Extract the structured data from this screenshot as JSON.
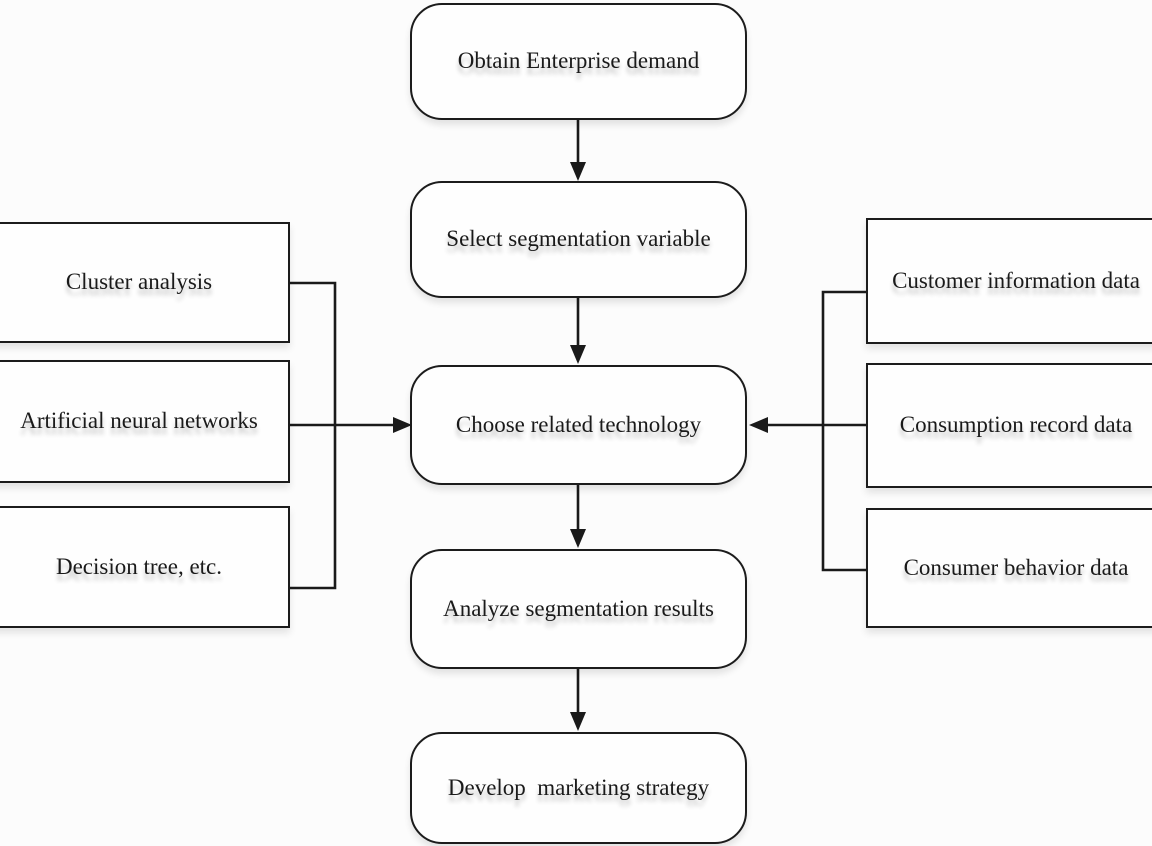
{
  "flowchart": {
    "center_steps": [
      {
        "label": "Obtain Enterprise demand"
      },
      {
        "label": "Select segmentation variable"
      },
      {
        "label": "Choose related technology"
      },
      {
        "label": "Analyze segmentation results"
      },
      {
        "label": "Develop  marketing strategy"
      }
    ],
    "left_inputs": [
      {
        "label": "Cluster analysis"
      },
      {
        "label": "Artificial neural networks"
      },
      {
        "label": "Decision tree, etc."
      }
    ],
    "right_inputs": [
      {
        "label": "Customer information data"
      },
      {
        "label": "Consumption record data"
      },
      {
        "label": "Consumer behavior data"
      }
    ],
    "colors": {
      "line": "#1a1a1a",
      "box_fill": "#fefefe",
      "background": "#fcfcfc",
      "text": "#1a1a1a"
    }
  }
}
